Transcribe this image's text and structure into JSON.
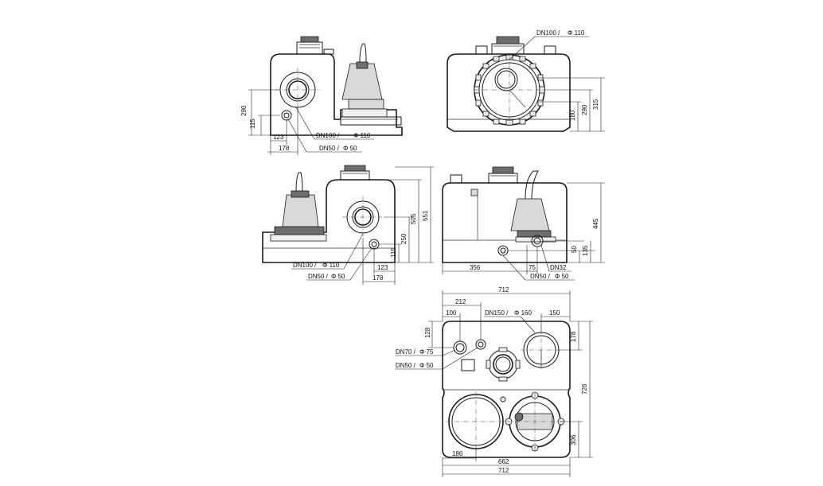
{
  "views": {
    "side_left": {
      "dims": {
        "h290": "290",
        "h115": "115",
        "w123": "123",
        "w178": "178"
      },
      "callouts": {
        "outlet": {
          "dn": "DN100 /",
          "dia": "Φ 110"
        },
        "inlet": {
          "dn": "DN50 /",
          "dia": "Φ 50"
        }
      }
    },
    "front_top": {
      "dims": {
        "h315": "315",
        "h290": "290",
        "h180": "180"
      },
      "callouts": {
        "top": {
          "dn": "DN100 /",
          "dia": "Φ 110"
        }
      }
    },
    "side_right": {
      "dims": {
        "h551": "551",
        "h505": "505",
        "h250": "250",
        "h115": "115",
        "w123": "123",
        "w178": "178"
      },
      "callouts": {
        "outlet": {
          "dn": "DN100 /",
          "dia": "Φ 110"
        },
        "inlet": {
          "dn": "DN50 /",
          "dia": "Φ 50"
        }
      }
    },
    "rear": {
      "dims": {
        "h445": "445",
        "h135": "135",
        "h50": "50",
        "w356": "356",
        "w75": "75"
      },
      "callouts": {
        "dn32": {
          "dn": "DN32"
        },
        "inlet": {
          "dn": "DN50 /",
          "dia": "Φ 50"
        }
      }
    },
    "plan": {
      "dims": {
        "top712": "712",
        "w212": "212",
        "w100": "100",
        "w150": "150",
        "h128": "128",
        "h178": "178",
        "h726": "726",
        "h306": "306",
        "w186": "186",
        "w662": "662",
        "bottom712": "712"
      },
      "callouts": {
        "dn150": {
          "dn": "DN150 /",
          "dia": "Φ 160"
        },
        "dn70": {
          "dn": "DN70 /",
          "dia": "Φ 75"
        },
        "dn50": {
          "dn": "DN50 /",
          "dia": "Φ 50"
        }
      }
    }
  }
}
